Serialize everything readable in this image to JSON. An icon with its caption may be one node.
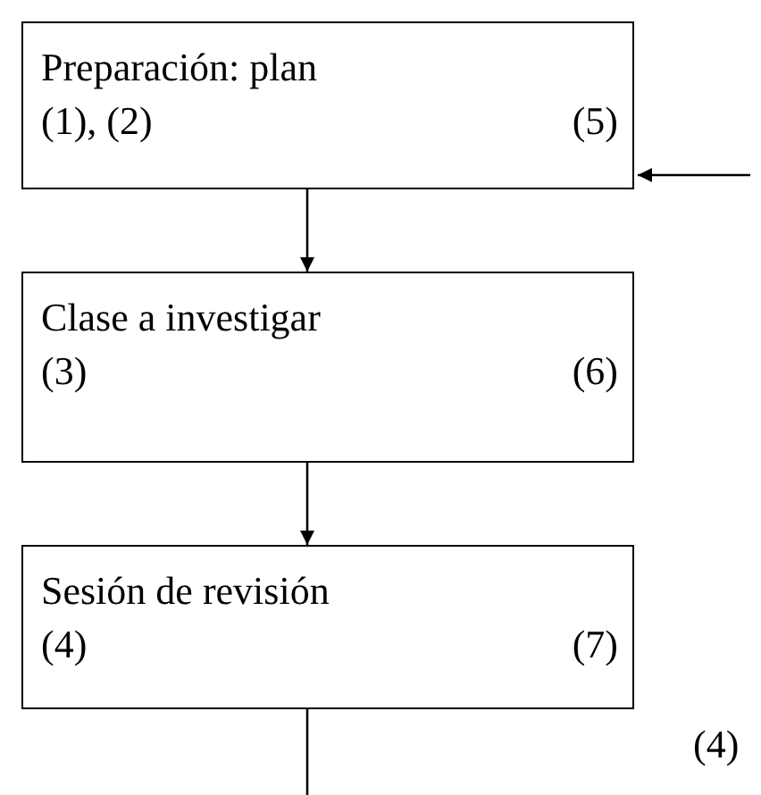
{
  "diagram": {
    "nodes": [
      {
        "text": [
          "Preparación: plan",
          "(1), (2)",
          "(5)"
        ]
      },
      {
        "text": [
          "Clase a investigar",
          "(3)",
          "(6)"
        ]
      },
      {
        "text": [
          "Sesión de revisión",
          "(4)",
          "(7)"
        ]
      }
    ],
    "edges": [
      {
        "from": 0,
        "to": 1,
        "arrow": "to"
      },
      {
        "from": 1,
        "to": 2,
        "arrow": "to"
      },
      {
        "from": null,
        "to": 0,
        "arrow": "to"
      },
      {
        "from": 2,
        "to": null,
        "arrow": "none"
      }
    ],
    "labels": [
      "(4)"
    ]
  }
}
